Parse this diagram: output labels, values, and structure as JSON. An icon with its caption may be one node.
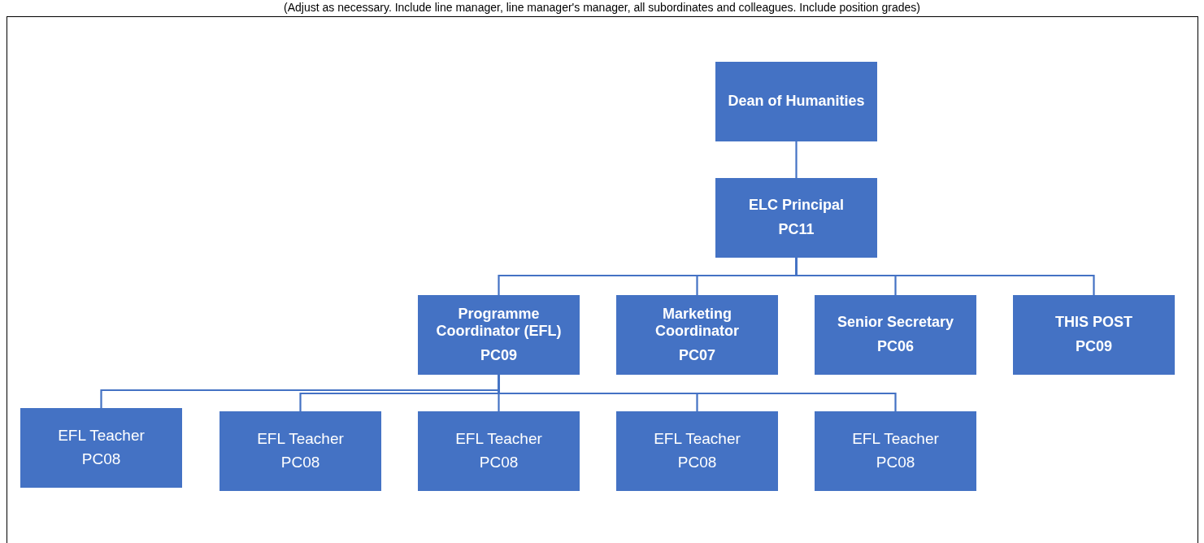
{
  "diagram": {
    "nodes": [
      {
        "text": [
          "Dean of Humanities"
        ]
      },
      {
        "text": [
          "ELC Principal",
          "PC11"
        ]
      },
      {
        "text": [
          "Programme Coordinator (EFL)",
          "PC09"
        ]
      },
      {
        "text": [
          "Marketing Coordinator",
          "PC07"
        ]
      },
      {
        "text": [
          "Senior Secretary",
          "PC06"
        ]
      },
      {
        "text": [
          "THIS POST",
          "PC09"
        ]
      },
      {
        "text": [
          "EFL Teacher",
          "PC08"
        ]
      },
      {
        "text": [
          "EFL Teacher",
          "PC08"
        ]
      },
      {
        "text": [
          "EFL Teacher",
          "PC08"
        ]
      },
      {
        "text": [
          "EFL Teacher",
          "PC08"
        ]
      },
      {
        "text": [
          "EFL Teacher",
          "PC08"
        ]
      }
    ],
    "edges": [
      {
        "from": 0,
        "to": 1,
        "arrow": "none"
      },
      {
        "from": 1,
        "to": 2,
        "arrow": "none"
      },
      {
        "from": 1,
        "to": 3,
        "arrow": "none"
      },
      {
        "from": 1,
        "to": 4,
        "arrow": "none"
      },
      {
        "from": 1,
        "to": 5,
        "arrow": "none"
      },
      {
        "from": 2,
        "to": 6,
        "arrow": "none"
      },
      {
        "from": 2,
        "to": 7,
        "arrow": "none"
      },
      {
        "from": 2,
        "to": 8,
        "arrow": "none"
      },
      {
        "from": 2,
        "to": 9,
        "arrow": "none"
      },
      {
        "from": 2,
        "to": 10,
        "arrow": "none"
      }
    ],
    "labels": [
      "(Adjust as necessary. Include line manager, line manager's manager, all subordinates and colleagues. Include position grades)"
    ]
  }
}
